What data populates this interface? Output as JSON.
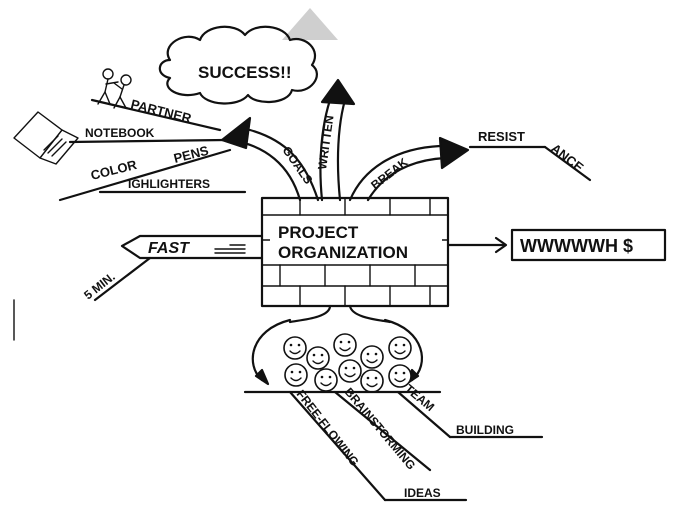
{
  "mindmap": {
    "center": {
      "line1": "PROJECT",
      "line2": "ORGANIZATION"
    },
    "cloud_label": "SUCCESS!!",
    "branches": {
      "goals": "GOALS",
      "written": "WRITTEN",
      "break": "BREAK",
      "resist": "RESIST",
      "ance": "ANCE",
      "partner": "PARTNER",
      "notebook": "NOTEBOOK",
      "color": "COLOR",
      "pens": "PENS",
      "highlighters": "IGHLIGHTERS",
      "fast": "FAST",
      "five_min": "5 MIN.",
      "output_box": "WWWWWH $",
      "team": "TEAM",
      "building": "BUILDING",
      "brainstorming": "BRAINSTORMING",
      "free_flowing": "FREE-FLOWING",
      "ideas": "IDEAS"
    },
    "colors": {
      "ink": "#111111",
      "paper": "#ffffff",
      "marker": "#cfcfcf"
    }
  }
}
